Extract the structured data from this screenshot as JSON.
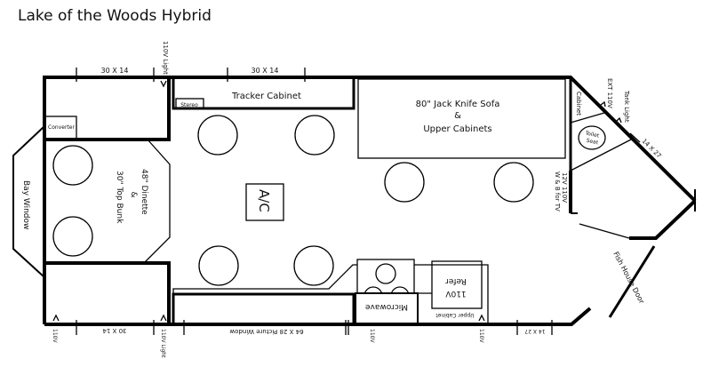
{
  "title": "Lake of the Woods Hybrid",
  "labels": {
    "top_window_left": "30 X 14",
    "top_light": "110V Light",
    "top_window_mid": "30 X 14",
    "tracker_cabinet": "Tracker Cabinet",
    "stereo": "Stereo",
    "converter": "Converter",
    "sofa_line1": "80\" Jack Knife Sofa",
    "sofa_line2": "&",
    "sofa_line3": "Upper Cabinets",
    "cabinet": "Cabinet",
    "ext_110v": "EXT 110V",
    "tank_light": "Tank Light",
    "toilet_line1": "Toilet",
    "toilet_line2": "Seat",
    "front_window": "14 X 27",
    "tv_line1": "12V 110V",
    "tv_line2": "W & B for TV",
    "bay_window": "Bay Window",
    "dinette_line1": "48\" Dinette",
    "dinette_line2": "&",
    "dinette_line3": "30\" Top Bunk",
    "ac": "A/C",
    "fish_house_door": "Fish House Door",
    "microwave": "Microwave",
    "refer_line1": "Refer",
    "refer_line2": "110V",
    "upper_cabinet": "Upper Cabinet",
    "bottom_110v_left": "110V",
    "bottom_window_left": "30 X 14",
    "bottom_light": "110V Light",
    "picture_window": "64 X 28 Picture Window",
    "bottom_110v_mid": "110V",
    "bottom_110v_right": "110V",
    "bottom_window_right": "14 X 27"
  }
}
